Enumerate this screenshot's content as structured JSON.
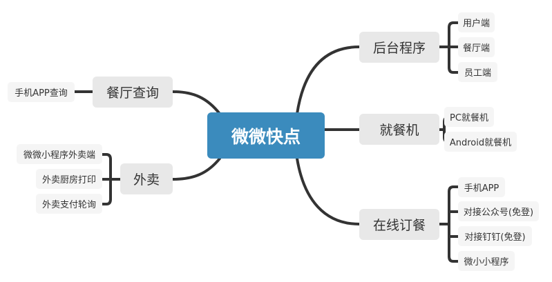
{
  "root": "微微快点",
  "branches": {
    "backend": {
      "label": "后台程序",
      "children": [
        "用户端",
        "餐厅端",
        "员工端"
      ]
    },
    "dining": {
      "label": "就餐机",
      "children": [
        "PC就餐机",
        "Android就餐机"
      ]
    },
    "online": {
      "label": "在线订餐",
      "children": [
        "手机APP",
        "对接公众号(免登)",
        "对接钉钉(免登)",
        "微小小程序"
      ]
    },
    "query": {
      "label": "餐厅查询",
      "children": [
        "手机APP查询"
      ]
    },
    "takeout": {
      "label": "外卖",
      "children": [
        "微微小程序外卖端",
        "外卖厨房打印",
        "外卖支付轮询"
      ]
    }
  },
  "colors": {
    "root": "#3b8bbd",
    "line": "#333333"
  }
}
